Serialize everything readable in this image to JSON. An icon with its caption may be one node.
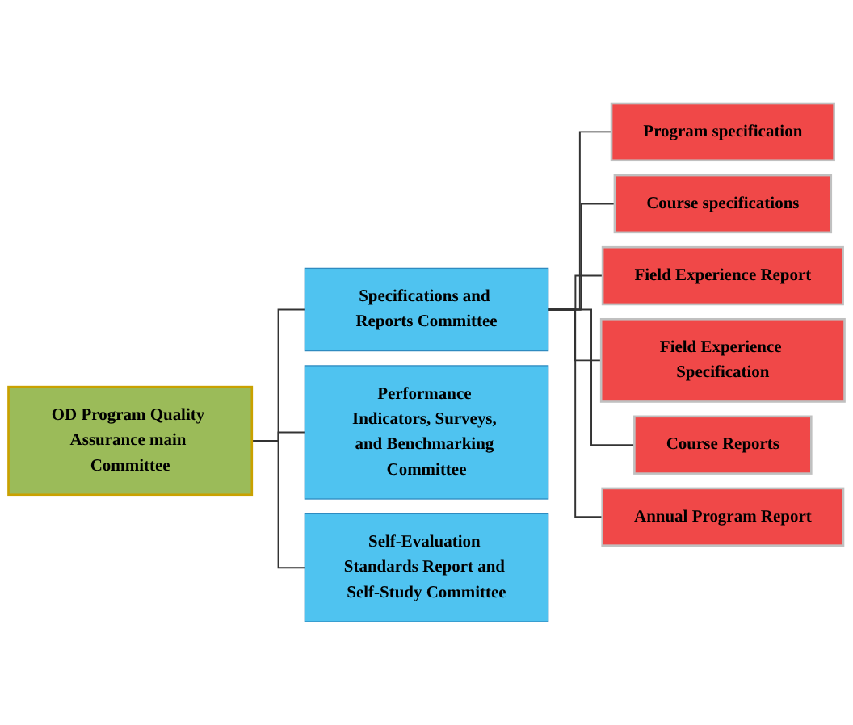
{
  "diagram": {
    "nodes": [
      {
        "text": [
          "OD Program Quality Assurance main Committee"
        ]
      },
      {
        "text": [
          "Specifications and Reports Committee"
        ]
      },
      {
        "text": [
          "Performance Indicators, Surveys, and Benchmarking Committee"
        ]
      },
      {
        "text": [
          "Self-Evaluation Standards Report and Self-Study Committee"
        ]
      },
      {
        "text": [
          "Program specification"
        ]
      },
      {
        "text": [
          "Course specifications"
        ]
      },
      {
        "text": [
          "Field Experience Report"
        ]
      },
      {
        "text": [
          "Field Experience Specification"
        ]
      },
      {
        "text": [
          "Course Reports"
        ]
      },
      {
        "text": [
          "Annual Program Report"
        ]
      }
    ],
    "edges": [
      {
        "from": 0,
        "to": 1,
        "arrow": "none"
      },
      {
        "from": 0,
        "to": 2,
        "arrow": "none"
      },
      {
        "from": 0,
        "to": 3,
        "arrow": "none"
      },
      {
        "from": 1,
        "to": 4,
        "arrow": "none"
      },
      {
        "from": 1,
        "to": 5,
        "arrow": "none"
      },
      {
        "from": 1,
        "to": 6,
        "arrow": "none"
      },
      {
        "from": 1,
        "to": 7,
        "arrow": "none"
      },
      {
        "from": 1,
        "to": 8,
        "arrow": "none"
      },
      {
        "from": 1,
        "to": 9,
        "arrow": "none"
      }
    ]
  }
}
